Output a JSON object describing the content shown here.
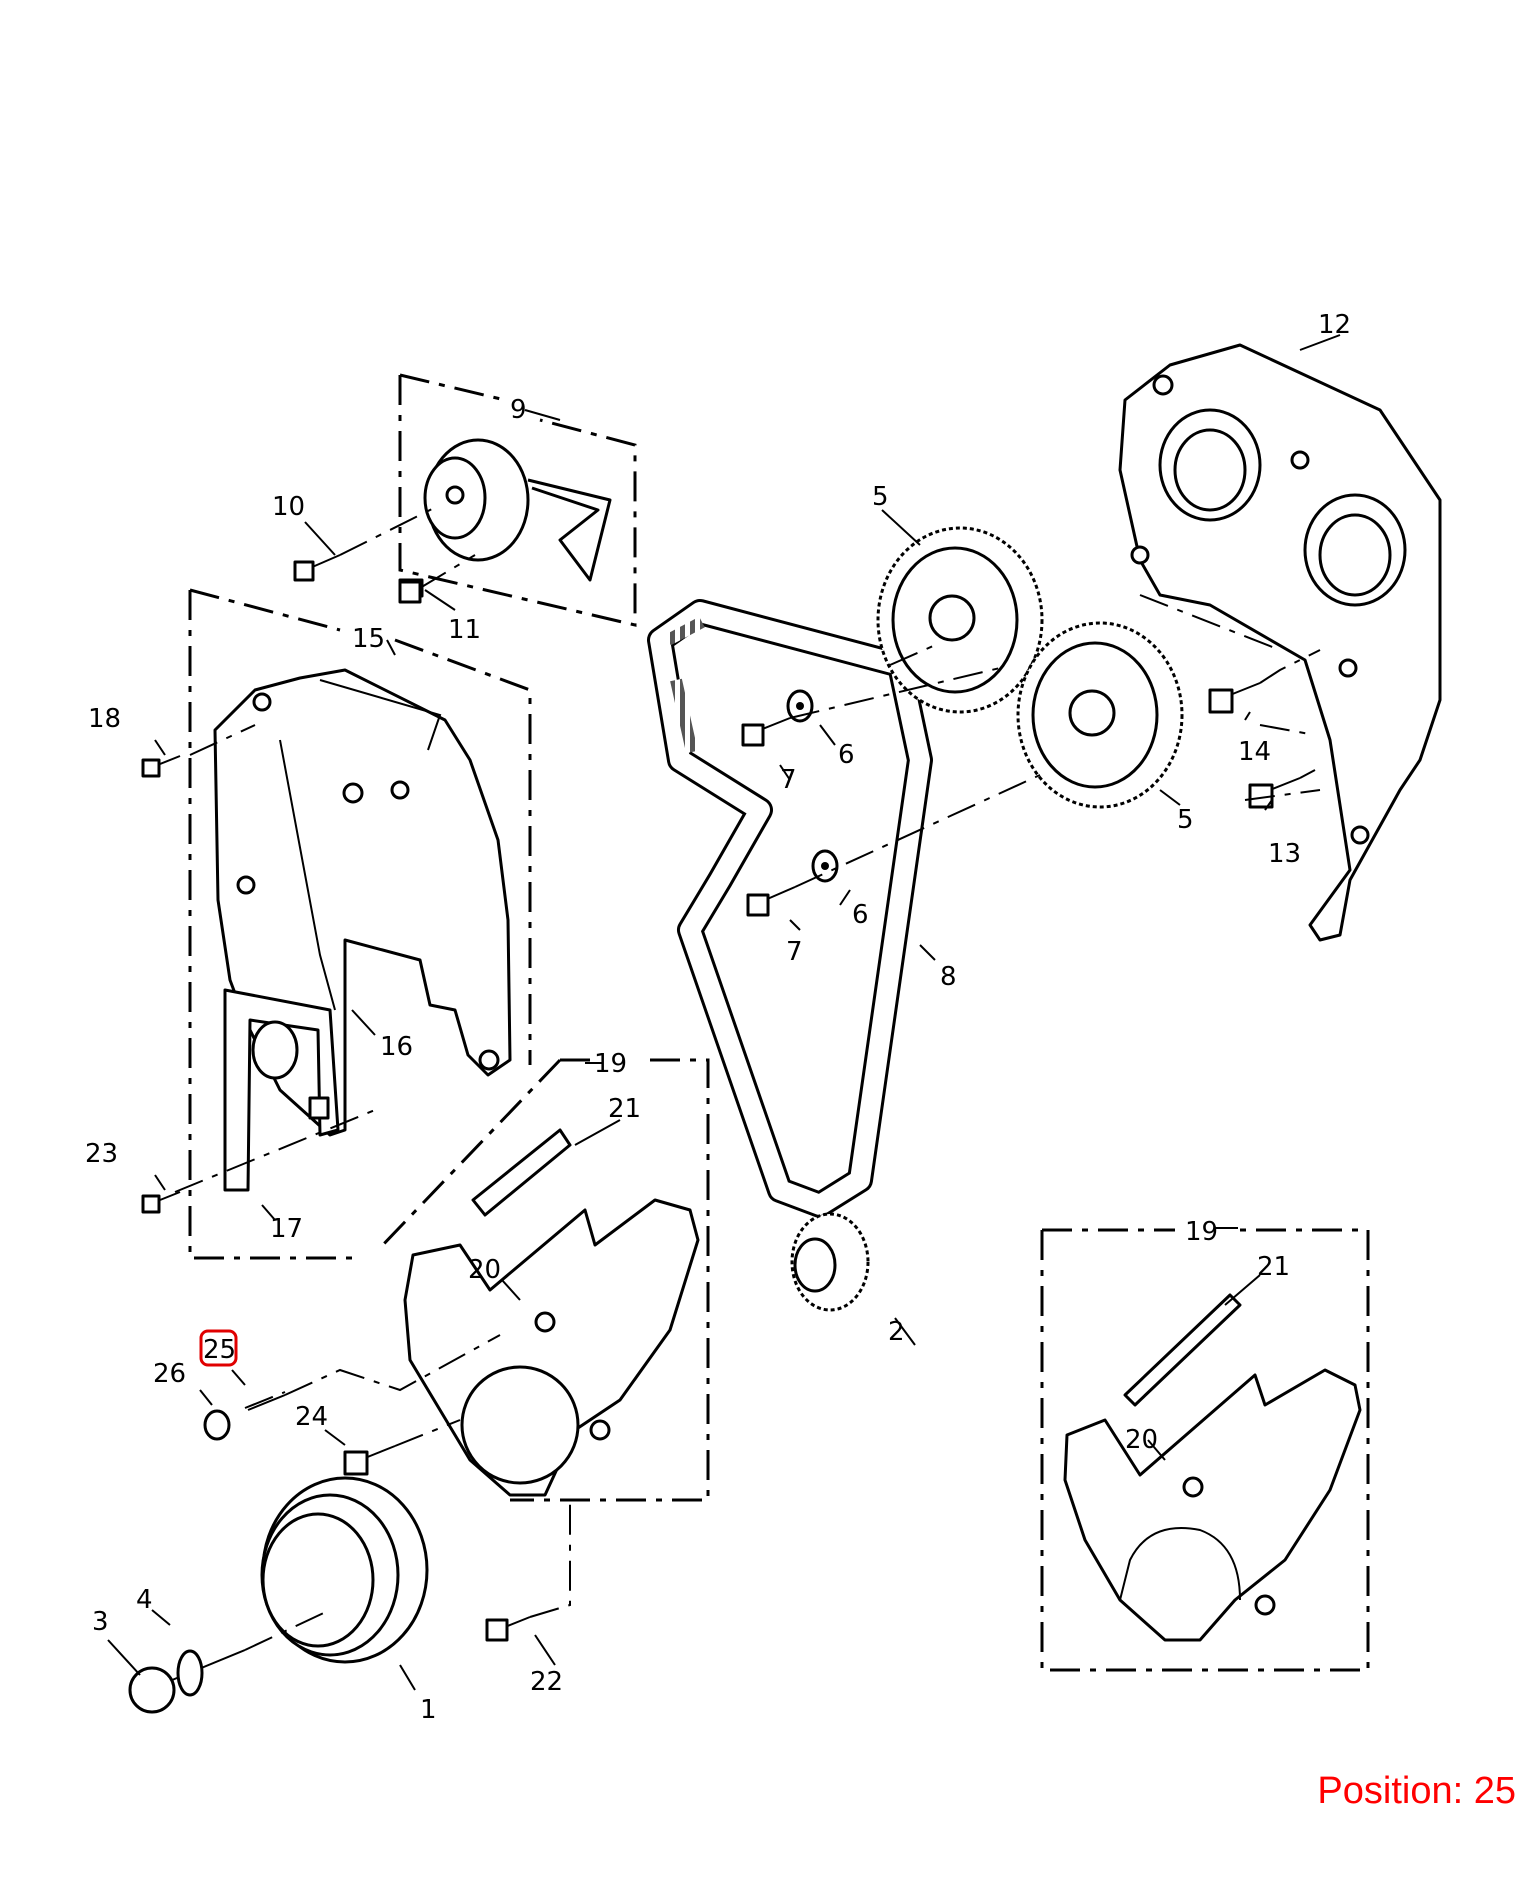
{
  "callouts": {
    "c1": "1",
    "c2": "2",
    "c3": "3",
    "c4": "4",
    "c5a": "5",
    "c5b": "5",
    "c6a": "6",
    "c6b": "6",
    "c7a": "7",
    "c7b": "7",
    "c8": "8",
    "c9": "9",
    "c10": "10",
    "c11": "11",
    "c12": "12",
    "c13": "13",
    "c14": "14",
    "c15": "15",
    "c16": "16",
    "c17": "17",
    "c18": "18",
    "c19a": "19",
    "c19b": "19",
    "c20a": "20",
    "c20b": "20",
    "c21a": "21",
    "c21b": "21",
    "c22": "22",
    "c23": "23",
    "c24": "24",
    "c25": "25",
    "c26": "26"
  },
  "highlight": {
    "selected": "25",
    "color": "#e00000"
  },
  "position": {
    "text": "Position: 25",
    "color": "#ff0000"
  }
}
